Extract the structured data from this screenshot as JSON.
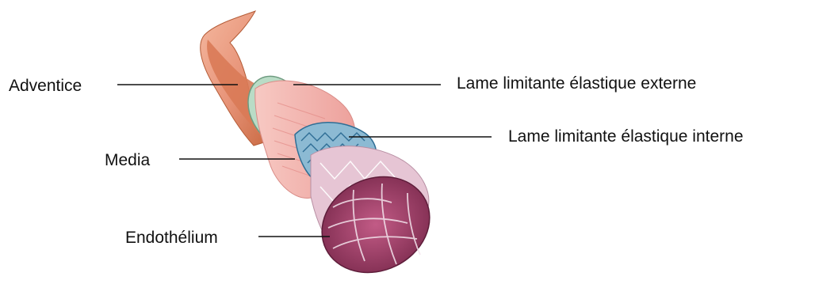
{
  "labels": {
    "adventice": "Adventice",
    "media": "Media",
    "endothelium": "Endothélium",
    "lame_externe": "Lame limitante élastique externe",
    "lame_interne": "Lame limitante élastique interne"
  },
  "colors": {
    "adventice": "#e8957a",
    "adventice_dark": "#c8673f",
    "external_elastic": "#b9dcc6",
    "media": "#f3b4b0",
    "internal_elastic": "#2f6e95",
    "intima": "#e6c5d4",
    "endothelium": "#a4416a",
    "endothelium_dark": "#7b2a4d"
  }
}
